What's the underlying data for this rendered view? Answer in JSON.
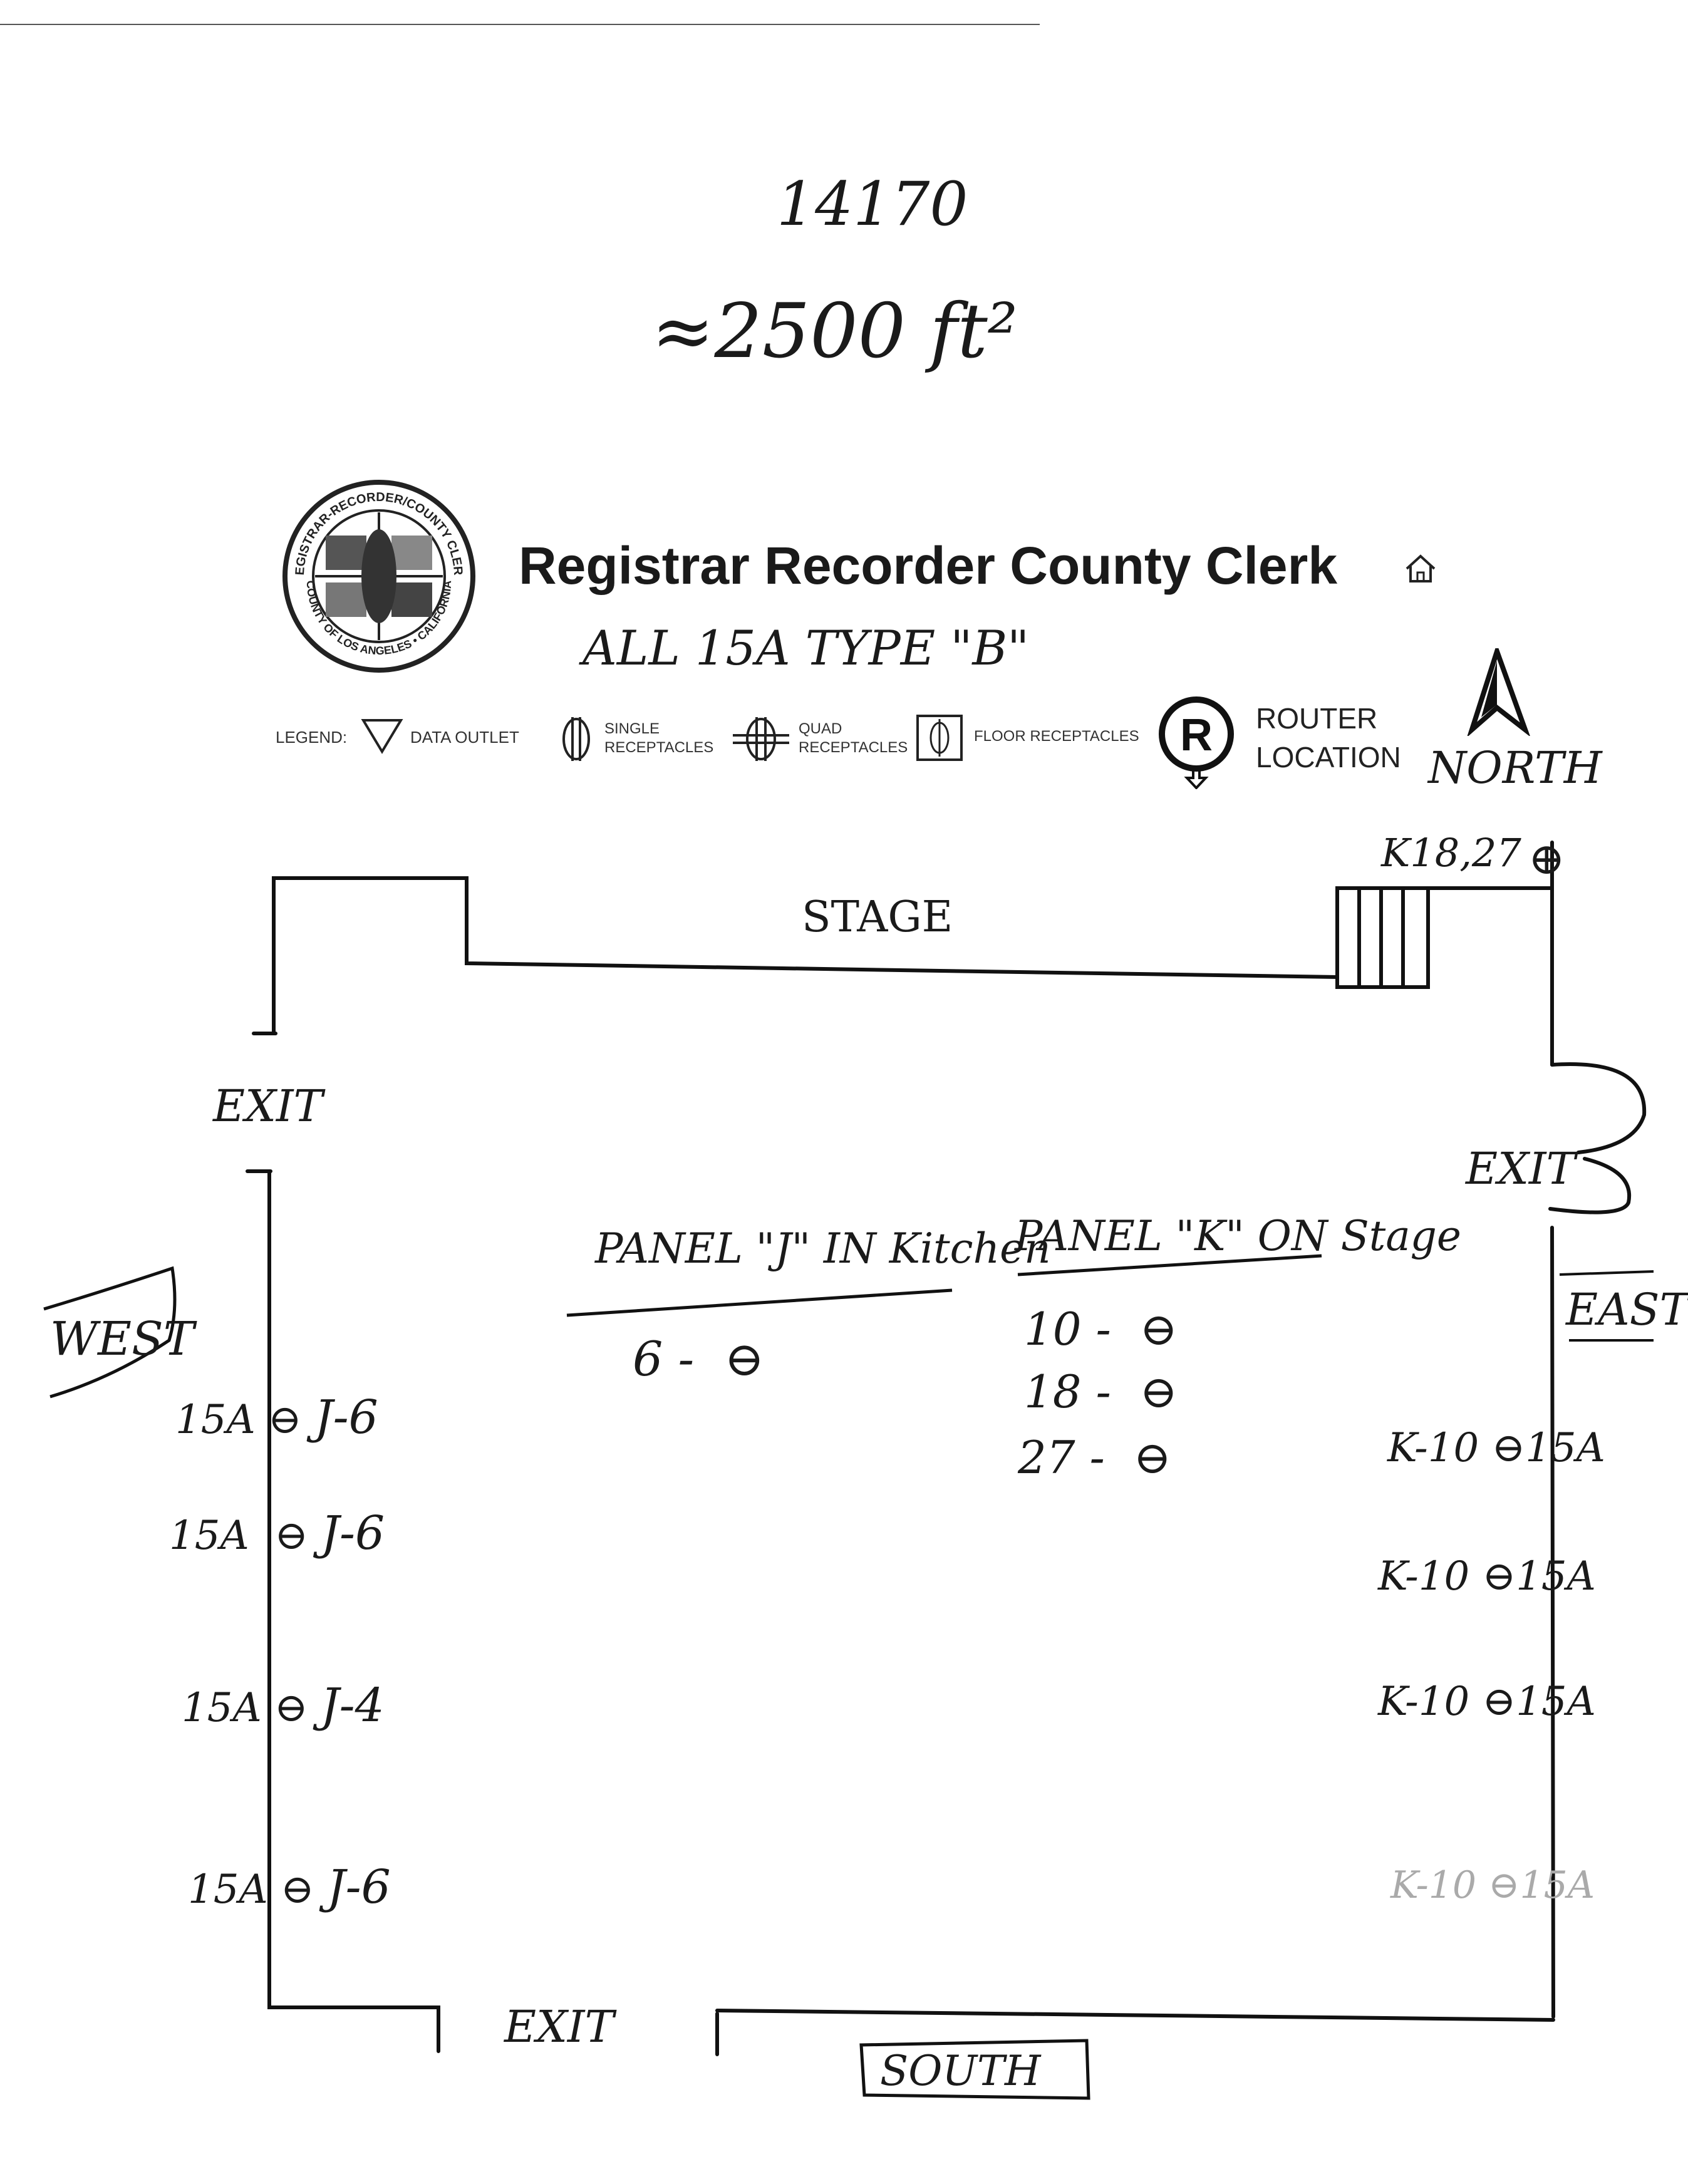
{
  "header": {
    "job_number": "14170",
    "area": "≈2500 ft²"
  },
  "org": {
    "name": "Registrar Recorder County Clerk",
    "seal_text_top": "REGISTRAR-RECORDER/COUNTY CLERK",
    "seal_text_bottom": "COUNTY OF LOS ANGELES • CALIFORNIA"
  },
  "note": "ALL 15A TYPE \"B\"",
  "legend": {
    "label": "LEGEND:",
    "items": [
      {
        "icon": "triangle-data-outlet-icon",
        "label": "DATA OUTLET"
      },
      {
        "icon": "single-receptacle-icon",
        "label_line1": "SINGLE",
        "label_line2": "RECEPTACLES"
      },
      {
        "icon": "quad-receptacle-icon",
        "label_line1": "QUAD",
        "label_line2": "RECEPTACLES"
      },
      {
        "icon": "floor-receptacle-icon",
        "label": "FLOOR RECEPTACLES"
      },
      {
        "icon": "router-icon",
        "glyph": "R",
        "label_line1": "ROUTER",
        "label_line2": "LOCATION"
      }
    ]
  },
  "compass": {
    "north": "NORTH",
    "south": "SOUTH",
    "east": "EAST",
    "west": "WEST"
  },
  "room": {
    "stage_label": "STAGE",
    "exits": [
      "EXIT",
      "EXIT",
      "EXIT"
    ],
    "stage_outlet": "K18,27"
  },
  "panels": {
    "j": {
      "title": "PANEL \"J\" IN Kitchen",
      "rows": [
        {
          "circuit": "6 -"
        }
      ]
    },
    "k": {
      "title": "PANEL \"K\" ON Stage",
      "rows": [
        {
          "circuit": "10 -"
        },
        {
          "circuit": "18 -"
        },
        {
          "circuit": "27 -"
        }
      ]
    }
  },
  "west_outlets": [
    {
      "amp": "15A",
      "circuit": "J-6"
    },
    {
      "amp": "15A",
      "circuit": "J-6"
    },
    {
      "amp": "15A",
      "circuit": "J-4"
    },
    {
      "amp": "15A",
      "circuit": "J-6"
    }
  ],
  "east_outlets": [
    {
      "amp": "15A",
      "circuit": "K-10"
    },
    {
      "amp": "15A",
      "circuit": "K-10"
    },
    {
      "amp": "15A",
      "circuit": "K-10"
    },
    {
      "amp": "15A",
      "circuit": "K-10"
    }
  ]
}
